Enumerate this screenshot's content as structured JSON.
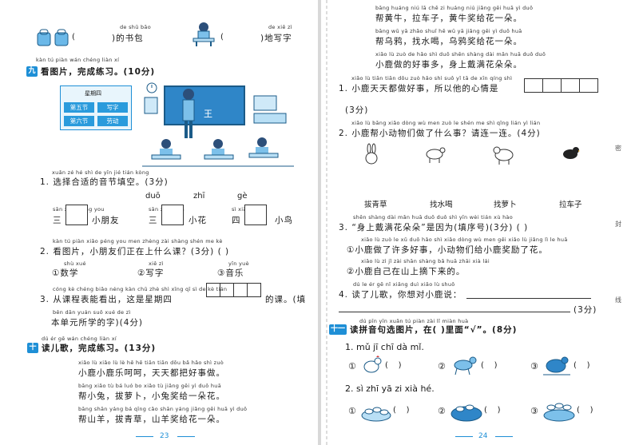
{
  "left": {
    "top_row": {
      "py_a": "de shū bāo",
      "text_a": ")的书包",
      "paren_open_a": "(",
      "py_b": "de xiě zì",
      "text_b": ")地写字",
      "paren_open_b": "("
    },
    "section9": {
      "badge": "九",
      "py": "kàn tú piàn   wán chéng liàn xí",
      "title": "看图片，完成练习。(10分)",
      "schedule_title": "星期四",
      "schedule": [
        {
          "period": "第五节",
          "subject": "写字"
        },
        {
          "period": "第六节",
          "subject": "劳动"
        }
      ],
      "board_char": "王"
    },
    "q1": {
      "py": "xuǎn zé hé shì de yīn jié tián kòng",
      "text": "1. 选择合适的音节填空。(3分)",
      "options": [
        "duō",
        "zhī",
        "gè"
      ],
      "items": [
        {
          "py": "sān          xiǎo péng you",
          "pre": "三",
          "post": "小朋友"
        },
        {
          "py": "sān          xiǎo huā",
          "pre": "三",
          "post": "小花"
        },
        {
          "py": "sì           xiǎo niǎo",
          "pre": "四",
          "post": "小鸟"
        }
      ]
    },
    "q2": {
      "py": "kàn tú piàn  xiǎo péng you men zhèng zài shàng shén me kè",
      "text": "2. 看图片，小朋友们正在上什么课？(3分)  (     )",
      "opt_py": [
        "shù xué",
        "xiě zì",
        "yīn yuè"
      ],
      "opts": [
        "①数学",
        "②写字",
        "③音乐"
      ]
    },
    "q3": {
      "py1": "cóng kè chéng biǎo néng kàn chū zhè shì xīng qī sì                   de kè     tián",
      "line1a": "3. 从课程表能看出，这是星期四",
      "line1b": "的课。(填",
      "py2": "běn dān yuán suǒ xué de zì",
      "line2": "本单元所学的字)(4分)"
    },
    "section10": {
      "badge": "十",
      "py": "dú ér gē     wán chéng liàn xí",
      "title": "读儿歌，完成练习。(13分)",
      "lines": [
        {
          "py": "xiǎo lù xiǎo lù lè hē hē  tiān tiān dōu bǎ hǎo shì zuò",
          "text": "小鹿小鹿乐呵呵，天天都把好事做。"
        },
        {
          "py": "bāng xiǎo tù   bá luó bo   xiǎo tù jiǎng gěi yì duǒ huā",
          "text": "帮小兔，拔萝卜，小兔奖给一朵花。"
        },
        {
          "py": "bāng shān yáng  bá qīng cǎo  shān yáng jiǎng gěi huā yì duǒ",
          "text": "帮山羊，拔青草，山羊奖给花一朵。"
        }
      ]
    },
    "page_number": "23"
  },
  "right": {
    "poem_lines": [
      {
        "py": "bāng huáng niú   lā chē zi   huáng niú jiǎng gěi huā yì duǒ",
        "text": "帮黄牛，拉车子，黄牛奖给花一朵。"
      },
      {
        "py": "bāng wū yā   zhǎo shuǐ hē   wū yā jiǎng gěi yì duǒ huā",
        "text": "帮乌鸦，找水喝，乌鸦奖给花一朵。"
      },
      {
        "py": "xiǎo lù zuò de hǎo shì duō   shēn shàng dài mǎn huā duǒ duǒ",
        "text": "小鹿做的好事多，身上戴满花朵朵。"
      }
    ],
    "q1": {
      "py": "xiǎo lù tiān tiān dōu zuò hǎo shì  suǒ yǐ tā de xīn qíng shì",
      "text": "1. 小鹿天天都做好事，所以他的心情是",
      "score": "(3分)"
    },
    "q2": {
      "py": "xiǎo lù bāng xiǎo dòng wù men zuò le shén me shì   qǐng lián yì lián",
      "text": "2. 小鹿帮小动物们做了什么事？请连一连。(4分)",
      "animal_icons": [
        "rabbit-icon",
        "goat-icon",
        "cow-icon",
        "crow-icon"
      ],
      "tasks": [
        "拔青草",
        "找水喝",
        "找萝卜",
        "拉车子"
      ]
    },
    "q3": {
      "py": "shēn shàng dài mǎn huā duǒ duǒ   shì yīn wèi   tián xù hào",
      "text": "3. “身上戴满花朵朵”是因为(填序号)(3分)   (      )",
      "opt_py": [
        "xiǎo lù zuò le xǔ duō hǎo shì  xiǎo dòng wù men gěi xiǎo lù jiǎng lì le huā",
        "xiǎo lù zì jǐ zài shān shàng  bǎ huā zhāi xià lái"
      ],
      "opts": [
        "①小鹿做了许多好事，小动物们给小鹿奖励了花。",
        "②小鹿自己在山上摘下来的。"
      ]
    },
    "q4": {
      "py": "dú le ér gē   nǐ xiǎng duì xiǎo lù shuō",
      "text": "4. 读了儿歌，你想对小鹿说：",
      "score": "(3分)"
    },
    "section11": {
      "badge": "十一",
      "py": "dú pīn yīn xuǎn tú piàn  zài        lǐ miàn    huà",
      "title": "读拼音句选图片，在(   )里面“√”。(8分)"
    },
    "q11_1": {
      "text": "1. mǔ jī chī dà mǐ.",
      "opts": [
        "①",
        "②",
        "③"
      ],
      "icons": [
        "rooster-icon",
        "horse-icon",
        "hen-icon"
      ]
    },
    "q11_2": {
      "text": "2. sì zhī yā zi xià hé.",
      "opts": [
        "①",
        "②",
        "③"
      ],
      "icons": [
        "ducks-swimming-icon",
        "ducks-group-icon",
        "ducks-walking-icon"
      ]
    },
    "side_labels": [
      "密",
      "封",
      "线"
    ],
    "page_number": "24"
  },
  "colors": {
    "accent": "#1e8fd6",
    "schedule_cell": "#2a9bdc",
    "board": "#2f86c8"
  }
}
